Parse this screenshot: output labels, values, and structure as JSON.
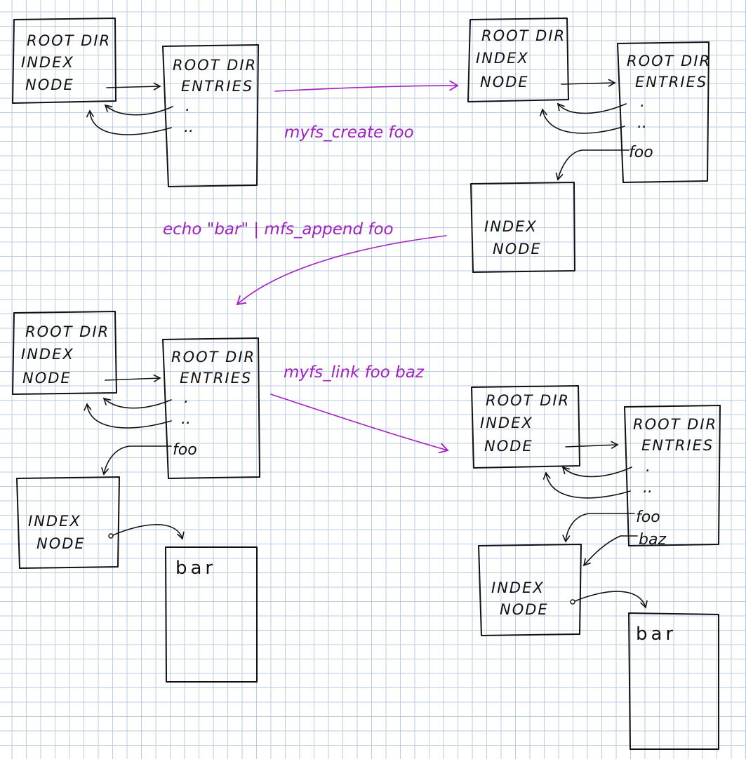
{
  "labels": {
    "root_index_line1": "ROOT DIR",
    "root_index_line2": "INDEX",
    "root_index_line3": "NODE",
    "root_entries_line1": "ROOT DIR",
    "root_entries_line2": "ENTRIES",
    "index_node_line1": "INDEX",
    "index_node_line2": "NODE",
    "entry_dot": ".",
    "entry_dotdot": "..",
    "entry_foo": "foo",
    "entry_baz": "baz",
    "data_block": "bar"
  },
  "commands": {
    "create": "myfs_create  foo",
    "append": "echo \"bar\" | mfs_append foo",
    "link": "myfs_link foo baz"
  },
  "colors": {
    "ink": "#111111",
    "command_ink": "#a020c0",
    "grid": "#b9cde4"
  }
}
